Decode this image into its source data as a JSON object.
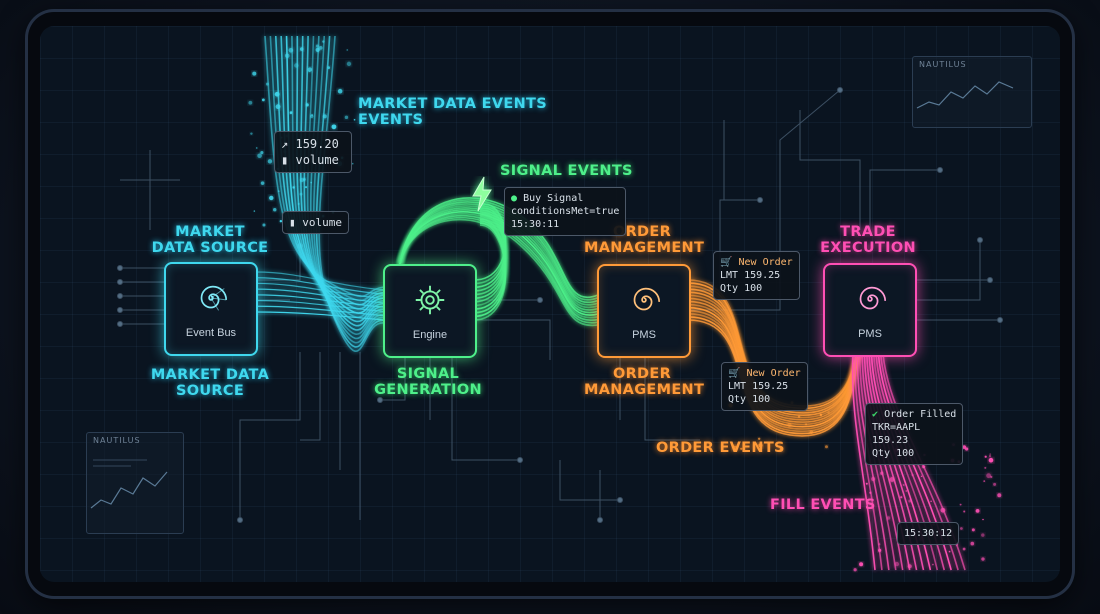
{
  "labels": {
    "market_data_events": "MARKET DATA EVENTS\nEVENTS",
    "market_data_source_top": "MARKET\nDATA SOURCE",
    "market_data_source_bottom": "MARKET DATA\nSOURCE",
    "signal_events": "SIGNAL EVENTS",
    "signal_generation": "SIGNAL\nGENERATION",
    "order_management_top": "ORDER\nMANAGEMENT",
    "order_management_bottom": "ORDER\nMANAGEMENT",
    "order_events": "ORDER EVENTS",
    "trade_execution": "TRADE\nEXECUTION",
    "fill_events": "FILL EVENTS"
  },
  "nodes": {
    "event_bus": "Event Bus",
    "engine": "Engine",
    "pms_order": "PMS",
    "pms_trade": "PMS"
  },
  "tooltips": {
    "price": {
      "value": "159.20",
      "sub": "volume"
    },
    "volume": "volume",
    "buy_signal": {
      "title": "Buy Signal",
      "line1": "conditionsMet=true",
      "line2": "15:30:11"
    },
    "new_order_1": {
      "title": "New Order",
      "line1": "LMT 159.25",
      "line2": "Qty 100"
    },
    "new_order_2": {
      "title": "New Order",
      "line1": "LMT 159.25",
      "line2": "Qty 100"
    },
    "order_filled": {
      "title": "Order Filled",
      "line1": "TKR=AAPL",
      "line2": "159.23",
      "line3": "Qty 100"
    },
    "fill_time": "15:30:12"
  },
  "panels": {
    "top_right_title": "NAUTILUS",
    "bottom_left_title": "NAUTILUS"
  },
  "colors": {
    "cyan": "#3fd8ee",
    "green": "#4ef08a",
    "orange": "#ff9a38",
    "pink": "#ff4fb4",
    "screen_bg": "#0a1420"
  },
  "icons": {
    "event_bus": "nautilus-shell-icon",
    "engine": "gear-icon",
    "pms": "nautilus-shell-icon",
    "signal": "lightning-bolt-icon",
    "cart": "shopping-cart-icon",
    "check": "check-box-icon",
    "trend": "trend-up-icon",
    "bars": "bar-chart-icon"
  }
}
